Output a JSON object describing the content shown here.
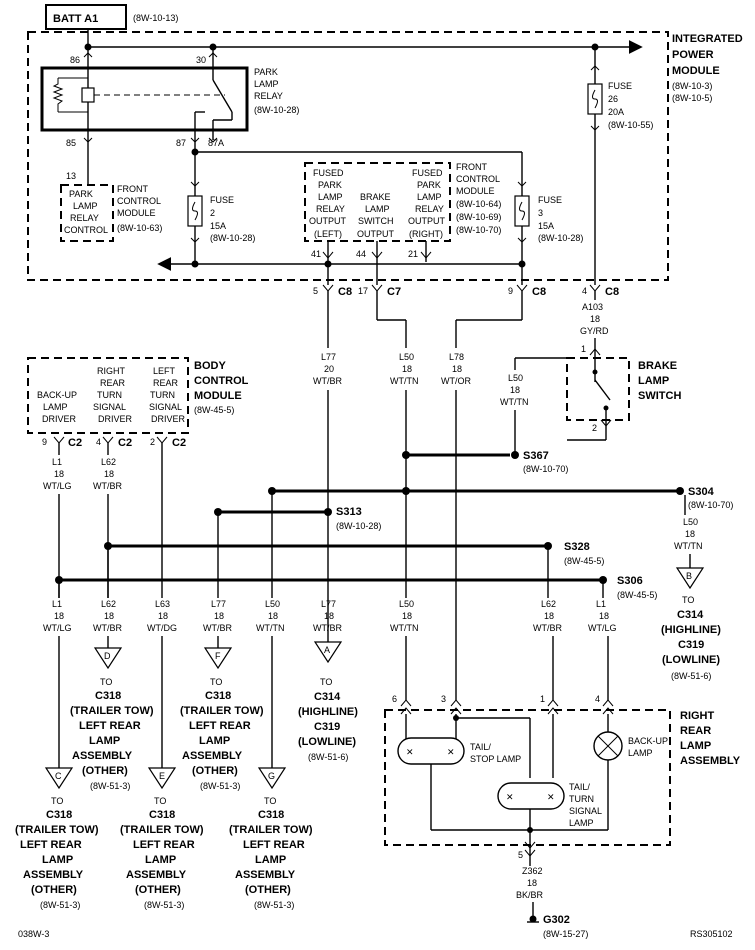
{
  "power": {
    "batt": "BATT A1",
    "batt_ref": "(8W-10-13)"
  },
  "ipm": {
    "title1": "INTEGRATED",
    "title2": "POWER",
    "title3": "MODULE",
    "ref1": "(8W-10-3)",
    "ref2": "(8W-10-5)"
  },
  "relay": {
    "pin86": "86",
    "pin30": "30",
    "pin85": "85",
    "pin87": "87",
    "pin87a": "87A",
    "label1": "PARK",
    "label2": "LAMP",
    "label3": "RELAY",
    "ref": "(8W-10-28)"
  },
  "fuse2": {
    "label": "FUSE",
    "num": "2",
    "amps": "15A",
    "ref": "(8W-10-28)"
  },
  "fuse3": {
    "label": "FUSE",
    "num": "3",
    "amps": "15A",
    "ref": "(8W-10-28)"
  },
  "fuse26": {
    "label": "FUSE",
    "num": "26",
    "amps": "20A",
    "ref": "(8W-10-55)"
  },
  "fcm_relay": {
    "pin": "13",
    "l1": "PARK",
    "l2": "LAMP",
    "l3": "RELAY",
    "l4": "CONTROL",
    "side1": "FRONT",
    "side2": "CONTROL",
    "side3": "MODULE",
    "ref": "(8W-10-63)"
  },
  "fcm_out": {
    "left1": "FUSED",
    "left2": "PARK",
    "left3": "LAMP",
    "left4": "RELAY",
    "left5": "OUTPUT",
    "left6": "(LEFT)",
    "mid1": "BRAKE",
    "mid2": "LAMP",
    "mid3": "SWITCH",
    "mid4": "OUTPUT",
    "right1": "FUSED",
    "right2": "PARK",
    "right3": "LAMP",
    "right4": "RELAY",
    "right5": "OUTPUT",
    "right6": "(RIGHT)",
    "side1": "FRONT",
    "side2": "CONTROL",
    "side3": "MODULE",
    "ref1": "(8W-10-64)",
    "ref2": "(8W-10-69)",
    "ref3": "(8W-10-70)",
    "pin41": "41",
    "pin44": "44",
    "pin21": "21"
  },
  "conns": {
    "c1pin": "5",
    "c1": "C8",
    "c2pin": "17",
    "c2": "C7",
    "c3pin": "9",
    "c3": "C8",
    "c4pin": "4",
    "c4": "C8"
  },
  "brake_switch": {
    "pin1": "1",
    "pin2": "2",
    "title1": "BRAKE",
    "title2": "LAMP",
    "title3": "SWITCH"
  },
  "bcm": {
    "title1": "BODY",
    "title2": "CONTROL",
    "title3": "MODULE",
    "ref": "(8W-45-5)",
    "d1_1": "BACK-UP",
    "d1_2": "LAMP",
    "d1_3": "DRIVER",
    "d2_1": "RIGHT",
    "d2_2": "REAR",
    "d2_3": "TURN",
    "d2_4": "SIGNAL",
    "d2_5": "DRIVER",
    "d3_1": "LEFT",
    "d3_2": "REAR",
    "d3_3": "TURN",
    "d3_4": "SIGNAL",
    "d3_5": "DRIVER",
    "pin9": "9",
    "pin4": "4",
    "pin2": "2",
    "c2": "C2"
  },
  "wires": {
    "a103": {
      "id": "A103",
      "gauge": "18",
      "color": "GY/RD"
    },
    "l50_bls": {
      "id": "L50",
      "gauge": "18",
      "color": "WT/TN"
    },
    "l77_top": {
      "id": "L77",
      "gauge": "20",
      "color": "WT/BR"
    },
    "l50_top": {
      "id": "L50",
      "gauge": "18",
      "color": "WT/TN"
    },
    "l78": {
      "id": "L78",
      "gauge": "18",
      "color": "WT/OR"
    },
    "l1_top": {
      "id": "L1",
      "gauge": "18",
      "color": "WT/LG"
    },
    "l62_top": {
      "id": "L62",
      "gauge": "18",
      "color": "WT/BR"
    },
    "l50_b": {
      "id": "L50",
      "gauge": "18",
      "color": "WT/TN"
    },
    "l1_b": {
      "id": "L1",
      "gauge": "18",
      "color": "WT/LG"
    },
    "l62_b": {
      "id": "L62",
      "gauge": "18",
      "color": "WT/BR"
    },
    "l63": {
      "id": "L63",
      "gauge": "18",
      "color": "WT/DG"
    },
    "l77_f": {
      "id": "L77",
      "gauge": "18",
      "color": "WT/BR"
    },
    "l50_g": {
      "id": "L50",
      "gauge": "18",
      "color": "WT/TN"
    },
    "l77_a": {
      "id": "L77",
      "gauge": "18",
      "color": "WT/BR"
    },
    "l50_r": {
      "id": "L50",
      "gauge": "18",
      "color": "WT/TN"
    },
    "l62_r": {
      "id": "L62",
      "gauge": "18",
      "color": "WT/BR"
    },
    "l1_r": {
      "id": "L1",
      "gauge": "18",
      "color": "WT/LG"
    },
    "z362": {
      "id": "Z362",
      "gauge": "18",
      "color": "BK/BR"
    }
  },
  "splices": {
    "s367": {
      "name": "S367",
      "ref": "(8W-10-70)"
    },
    "s304": {
      "name": "S304",
      "ref": "(8W-10-70)"
    },
    "s313": {
      "name": "S313",
      "ref": "(8W-10-28)"
    },
    "s328": {
      "name": "S328",
      "ref": "(8W-45-5)"
    },
    "s306": {
      "name": "S306",
      "ref": "(8W-45-5)"
    }
  },
  "offpage": {
    "b": {
      "letter": "B",
      "to": "TO",
      "l1": "C314",
      "l2": "(HIGHLINE)",
      "l3": "C319",
      "l4": "(LOWLINE)",
      "ref": "(8W-51-6)"
    },
    "d": {
      "letter": "D",
      "to": "TO",
      "l1": "C318",
      "l2": "(TRAILER TOW)",
      "l3": "LEFT REAR",
      "l4": "LAMP",
      "l5": "ASSEMBLY",
      "l6": "(OTHER)",
      "ref": "(8W-51-3)"
    },
    "f": {
      "letter": "F",
      "to": "TO",
      "l1": "C318",
      "l2": "(TRAILER TOW)",
      "l3": "LEFT REAR",
      "l4": "LAMP",
      "l5": "ASSEMBLY",
      "l6": "(OTHER)",
      "ref": "(8W-51-3)"
    },
    "a": {
      "letter": "A",
      "to": "TO",
      "l1": "C314",
      "l2": "(HIGHLINE)",
      "l3": "C319",
      "l4": "(LOWLINE)",
      "ref": "(8W-51-6)"
    },
    "c": {
      "letter": "C",
      "to": "TO",
      "l1": "C318",
      "l2": "(TRAILER TOW)",
      "l3": "LEFT REAR",
      "l4": "LAMP",
      "l5": "ASSEMBLY",
      "l6": "(OTHER)",
      "ref": "(8W-51-3)"
    },
    "e": {
      "letter": "E",
      "to": "TO",
      "l1": "C318",
      "l2": "(TRAILER TOW)",
      "l3": "LEFT REAR",
      "l4": "LAMP",
      "l5": "ASSEMBLY",
      "l6": "(OTHER)",
      "ref": "(8W-51-3)"
    },
    "g": {
      "letter": "G",
      "to": "TO",
      "l1": "C318",
      "l2": "(TRAILER TOW)",
      "l3": "LEFT REAR",
      "l4": "LAMP",
      "l5": "ASSEMBLY",
      "l6": "(OTHER)",
      "ref": "(8W-51-3)"
    }
  },
  "lamp_assy": {
    "title1": "RIGHT",
    "title2": "REAR",
    "title3": "LAMP",
    "title4": "ASSEMBLY",
    "pin6": "6",
    "pin3": "3",
    "pin1": "1",
    "pin4": "4",
    "pin5": "5",
    "tailstop1": "TAIL/",
    "tailstop2": "STOP LAMP",
    "tailturn1": "TAIL/",
    "tailturn2": "TURN",
    "tailturn3": "SIGNAL",
    "tailturn4": "LAMP",
    "backup1": "BACK-UP",
    "backup2": "LAMP"
  },
  "ground": {
    "name": "G302",
    "ref": "(8W-15-27)"
  },
  "footer": {
    "left": "038W-3",
    "right": "RS305102"
  }
}
